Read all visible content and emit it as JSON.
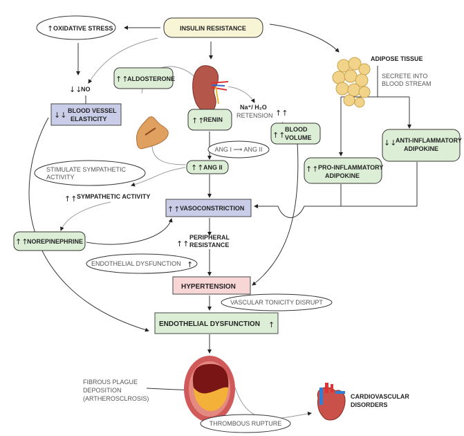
{
  "colors": {
    "yellow_box": "#f8f5d6",
    "green_box": "#dcefd6",
    "blue_box": "#c9cde8",
    "pink_box": "#f8d6d6"
  },
  "nodes": {
    "insulin_resistance": "INSULIN RESISTANCE",
    "oxidative_stress": {
      "indicator": "↑",
      "label": "OXIDATIVE STRESS"
    },
    "no": {
      "indicator": "↓↓",
      "label": "NO"
    },
    "blood_vessel": {
      "indicator": "↓↓",
      "line1": "BLOOD VESSEL",
      "line2": "ELASTICITY"
    },
    "aldosterone": {
      "indicator": "↑↑",
      "label": "ALDOSTERONE"
    },
    "renin": {
      "indicator": "↑↑",
      "label": "RENIN"
    },
    "na_h2o": {
      "line1": "Na⁺/ H₂O",
      "line2": "RETENSION",
      "indicator": "↑↑"
    },
    "blood_volume": {
      "indicator": "↑↑",
      "line1": "BLOOD",
      "line2": "VOLUME"
    },
    "ang_conversion": "ANG I ⟶ ANG II",
    "ang_ii": {
      "indicator": "↑↑",
      "label": "ANG II"
    },
    "stimulate_sympathetic": {
      "line1": "STIMULATE SYMPATHETIC",
      "line2": "ACTIVITY"
    },
    "sympathetic_activity": {
      "indicator": "↑↑",
      "label": "SYMPATHETIC ACTIVITY"
    },
    "vasoconstriction": {
      "indicator": "↑↑",
      "label": "VASOCONSTRICTION"
    },
    "norepinephrine": {
      "indicator": "↑↑",
      "label": "NOREPINEPHRINE"
    },
    "peripheral_resistance": {
      "indicator": "↑↑",
      "line1": "PERIPHERAL",
      "line2": "RESISTANCE"
    },
    "endothelial_oval": {
      "label": "ENDOTHELIAL DYSFUNCTION",
      "indicator": "↑"
    },
    "hypertension": "HYPERTENSION",
    "vascular_tonicity": "VASCULAR TONICITY DISRUPT",
    "endothelial_dysfunction": {
      "label": "ENDOTHELIAL DYSFUNCTION",
      "indicator": "↑"
    },
    "adipose_tissue": "ADIPOSE TISSUE",
    "secrete": {
      "line1": "SECRETE INTO",
      "line2": "BLOOD STREAM"
    },
    "anti_inflammatory": {
      "indicator": "↓↓",
      "line1": "ANTI-INFLAMMATORY",
      "line2": "ADIPOKINE"
    },
    "pro_inflammatory": {
      "indicator": "↑↑",
      "line1": "PRO-INFLAMMATORY",
      "line2": "ADIPOKINE"
    },
    "fibrous_plaque": {
      "line1": "FIBROUS PLAGUE",
      "line2": "DEPOSITION",
      "line3": "(ARTHEROSCLROSIS)"
    },
    "thrombous_rupture": "THROMBOUS RUPTURE",
    "cardiovascular": {
      "line1": "CARDIOVASCULAR",
      "line2": "DISORDERS"
    }
  },
  "icons": [
    "kidney-icon",
    "adrenal-gland-icon",
    "adipose-tissue-icon",
    "artery-plaque-icon",
    "heart-icon"
  ]
}
